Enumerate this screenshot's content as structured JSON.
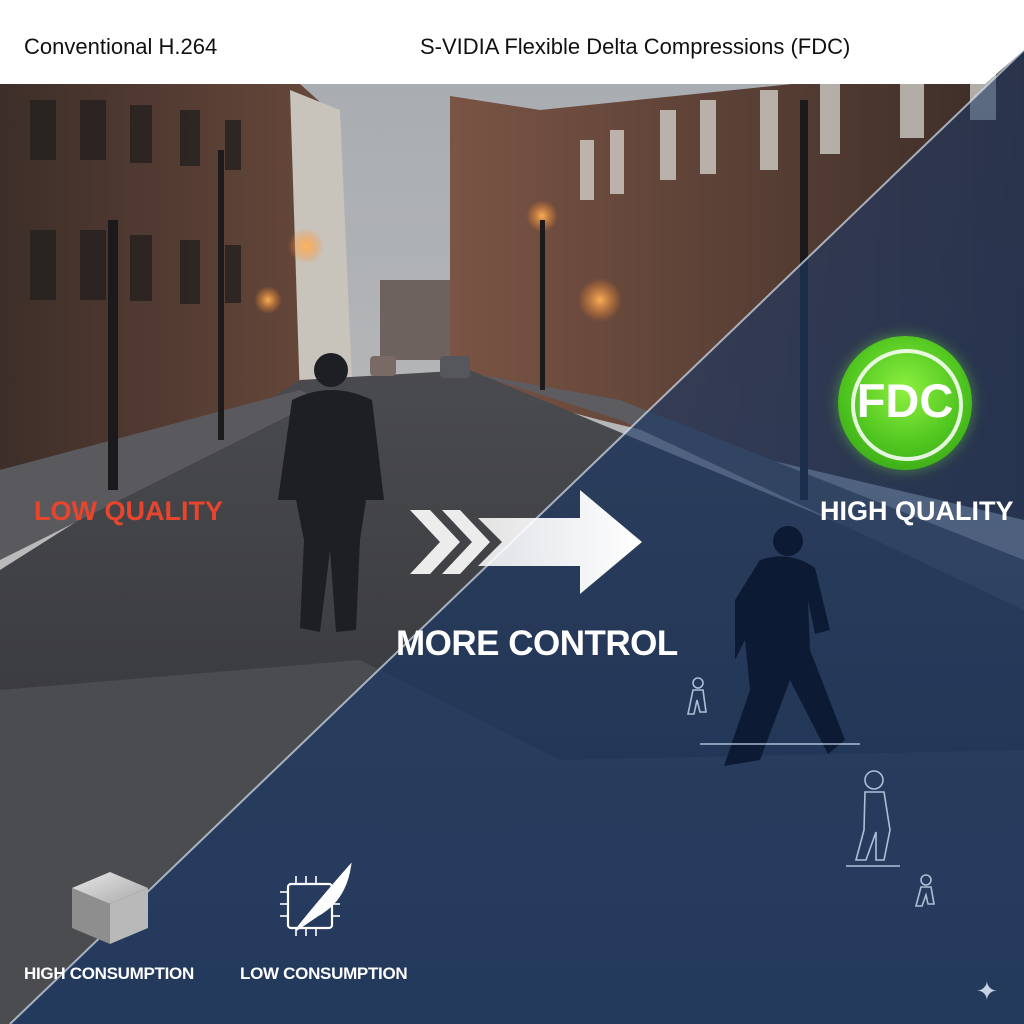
{
  "header": {
    "left_title": "Conventional H.264",
    "right_title": "S-VIDIA Flexible Delta Compressions (FDC)"
  },
  "labels": {
    "left_quality": "LOW QUALITY",
    "right_quality": "HIGH QUALITY",
    "arrow_caption": "MORE CONTROL",
    "left_consumption": "HIGH CONSUMPTION",
    "right_consumption": "LOW CONSUMPTION"
  },
  "badge": {
    "text": "FDC"
  },
  "icons": {
    "left_consumption": "cube-icon",
    "right_consumption": "chip-feather-icon",
    "arrow": "chevron-arrow-right-icon",
    "corner": "sparkle-icon"
  },
  "colors": {
    "header_bg": "#ffffff",
    "low_quality_text": "#e8452c",
    "high_quality_text": "#ffffff",
    "badge_green": "#4fc51f",
    "right_tint": "#1e3a66",
    "left_tint": "#55575c"
  }
}
